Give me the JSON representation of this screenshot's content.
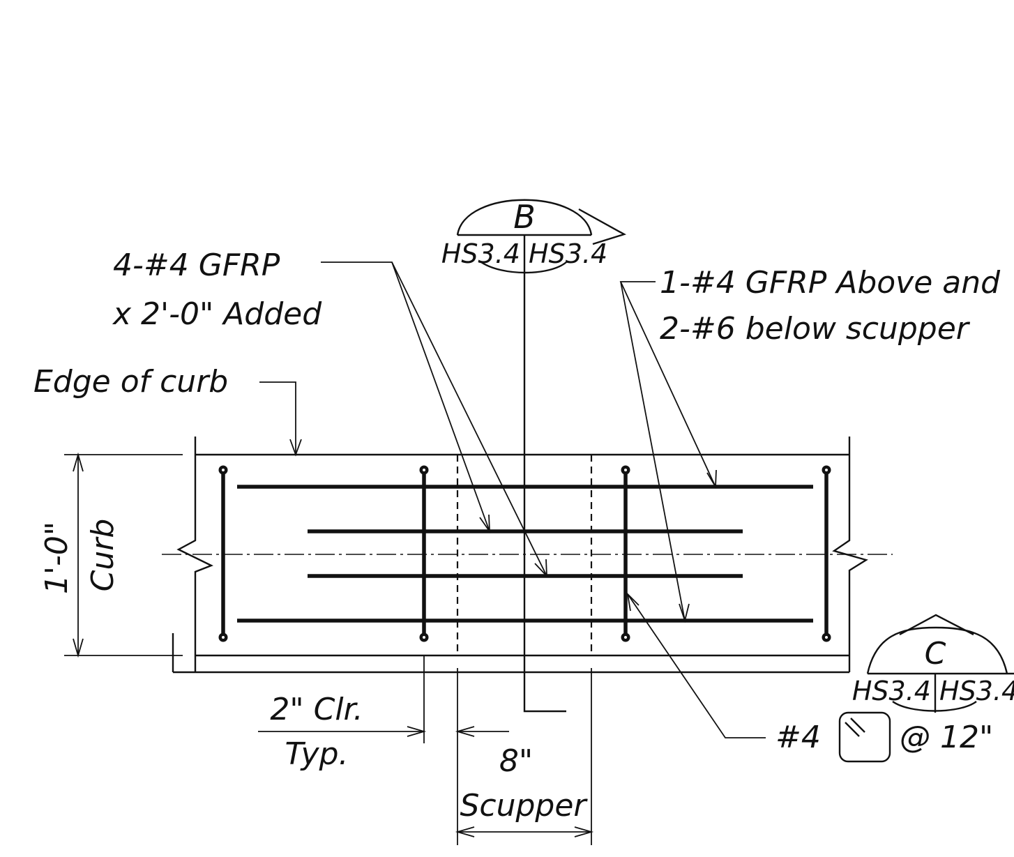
{
  "labels": {
    "added_bars_line1": "4-#4 GFRP",
    "added_bars_line2": "x 2'-0\" Added",
    "scupper_bars_line1": "1-#4 GFRP Above and",
    "scupper_bars_line2": "2-#6 below scupper",
    "edge_of_curb": "Edge of curb",
    "clear_cover_line1": "2\" Clr.",
    "clear_cover_line2": "Typ.",
    "stirrup_bar": "#4",
    "stirrup_spacing": "@ 12\""
  },
  "dimensions": {
    "height_value": "1'-0\"",
    "height_label": "Curb",
    "scupper_value": "8\"",
    "scupper_label": "Scupper"
  },
  "section_b": {
    "letter": "B",
    "left_sheet": "HS3.4",
    "right_sheet": "HS3.4"
  },
  "section_c": {
    "letter": "C",
    "left_sheet": "HS3.4",
    "right_sheet": "HS3.4"
  }
}
